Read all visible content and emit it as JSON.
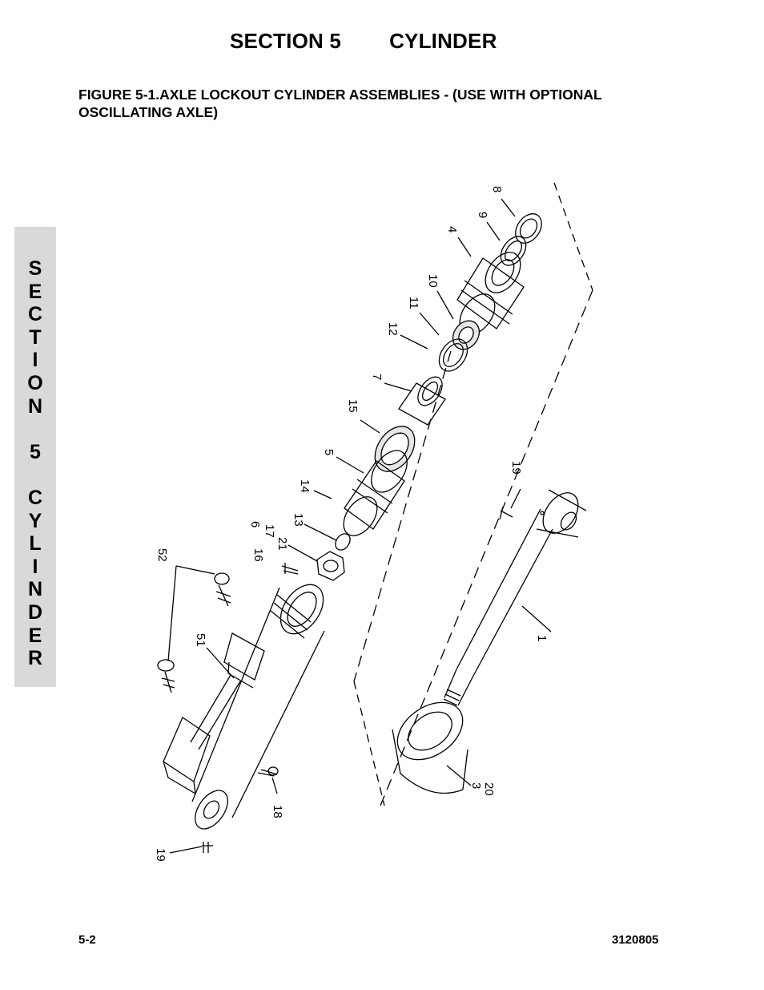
{
  "header": {
    "section": "SECTION 5",
    "topic": "CYLINDER"
  },
  "figure": {
    "caption_line1": "FIGURE 5-1.AXLE LOCKOUT CYLINDER ASSEMBLIES - (USE WITH OPTIONAL",
    "caption_line2": "OSCILLATING AXLE)",
    "callouts": [
      "8",
      "9",
      "4",
      "10",
      "11",
      "12",
      "7",
      "15",
      "5",
      "14",
      "13",
      "6",
      "17",
      "21",
      "16",
      "52",
      "51",
      "19",
      "1",
      "3",
      "20",
      "18",
      "19"
    ]
  },
  "side_tab": {
    "letters": [
      "S",
      "E",
      "C",
      "T",
      "I",
      "O",
      "N",
      "",
      "5",
      "",
      "C",
      "Y",
      "L",
      "I",
      "N",
      "D",
      "E",
      "R"
    ]
  },
  "footer": {
    "page": "5-2",
    "doc_number": "3120805"
  }
}
